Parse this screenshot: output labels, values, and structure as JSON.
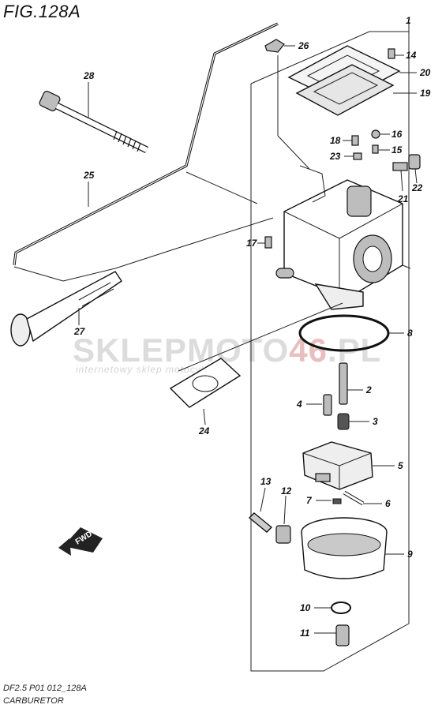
{
  "figure": {
    "title": "FIG.128A"
  },
  "watermark": {
    "main_a": "SKLEP",
    "main_b": "MOTO",
    "main_c": "46",
    "main_d": ".PL",
    "sub": "internetowy sklep motocyklowy"
  },
  "callouts": [
    "1",
    "2",
    "3",
    "4",
    "5",
    "6",
    "7",
    "8",
    "9",
    "10",
    "11",
    "12",
    "13",
    "14",
    "15",
    "16",
    "17",
    "18",
    "19",
    "20",
    "21",
    "22",
    "23",
    "24",
    "25",
    "26",
    "27",
    "28"
  ],
  "arrow": {
    "label": "FWD"
  },
  "footer": {
    "code": "DF2.5 P01 012_128A",
    "name": "CARBURETOR"
  }
}
